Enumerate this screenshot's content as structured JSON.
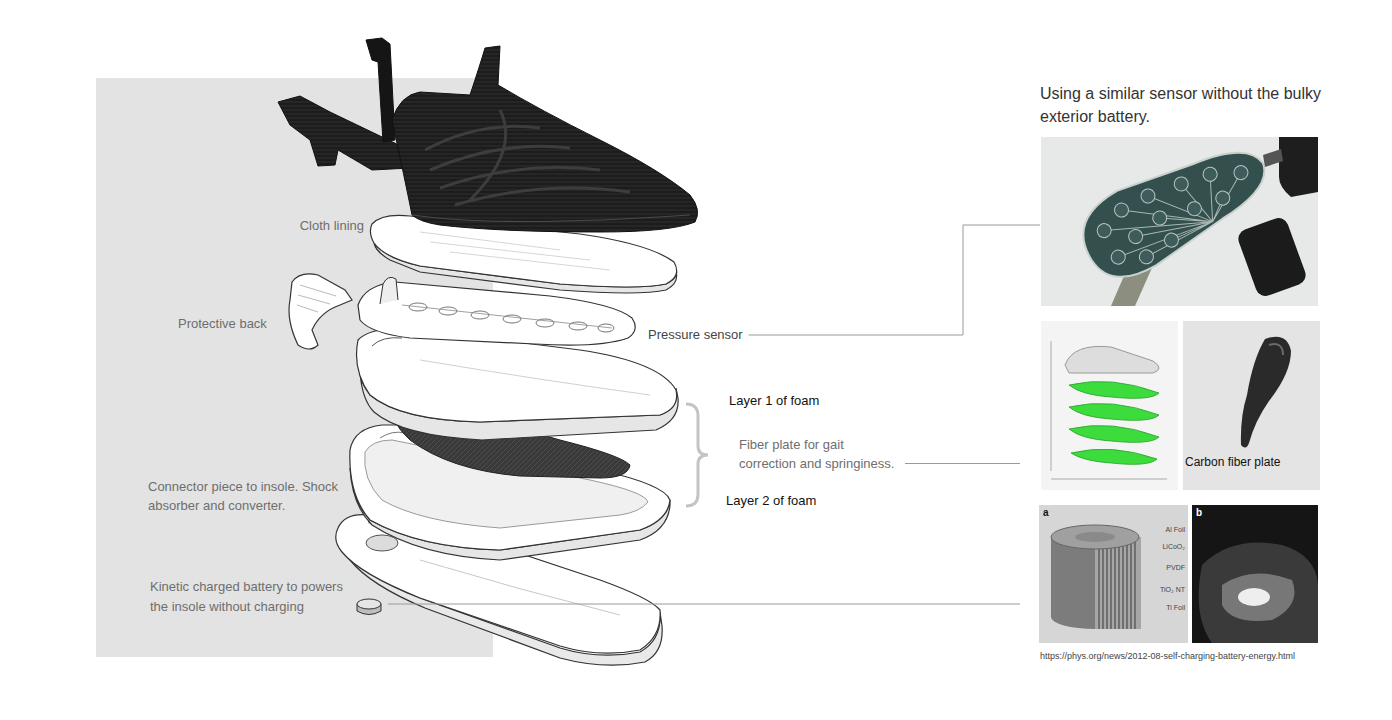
{
  "diagram": {
    "nodes": [
      {
        "text": [
          "Using a similar sensor without the bulky exterior battery."
        ]
      },
      {
        "text": [
          "Carbon fiber plate"
        ]
      },
      {
        "text": [
          "a",
          "Al Foil",
          "LiCoO₂",
          "PVDF",
          "TiO₂ NT",
          "Ti Foil"
        ]
      },
      {
        "text": [
          "b"
        ]
      }
    ],
    "labels": [
      "Cloth lining",
      "Protective back",
      "Pressure sensor",
      "Layer 1 of foam",
      "Fiber plate for gait correction and springiness.",
      "Layer 2 of foam",
      "Connector piece to insole. Shock absorber and converter.",
      "Kinetic charged battery to powers the insole without charging",
      "https://phys.org/news/2012-08-self-charging-battery-energy.html"
    ]
  }
}
